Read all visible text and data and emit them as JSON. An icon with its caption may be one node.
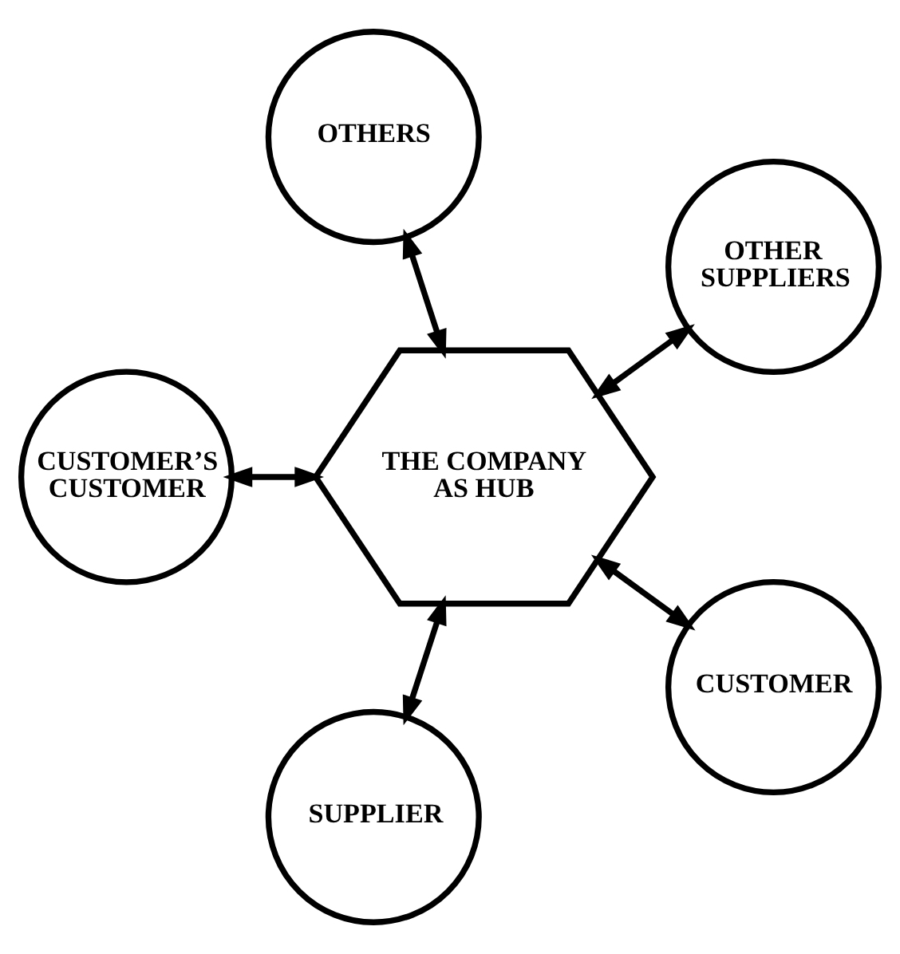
{
  "diagram": {
    "nodes": [
      {
        "text": [
          "THE COMPANY AS HUB"
        ]
      },
      {
        "text": [
          "CUSTOMER’S CUSTOMER"
        ]
      },
      {
        "text": [
          "SUPPLIER"
        ]
      },
      {
        "text": [
          "OTHER SUPPLIERS"
        ]
      },
      {
        "text": [
          "CUSTOMER"
        ]
      },
      {
        "text": [
          "OTHERS"
        ]
      }
    ],
    "edges": [
      {
        "from": 1,
        "to": 0,
        "arrow": "both"
      },
      {
        "from": 2,
        "to": 0,
        "arrow": "both"
      },
      {
        "from": 0,
        "to": 3,
        "arrow": "both"
      },
      {
        "from": 4,
        "to": 0,
        "arrow": "both"
      },
      {
        "from": 0,
        "to": 5,
        "arrow": "both"
      }
    ]
  }
}
